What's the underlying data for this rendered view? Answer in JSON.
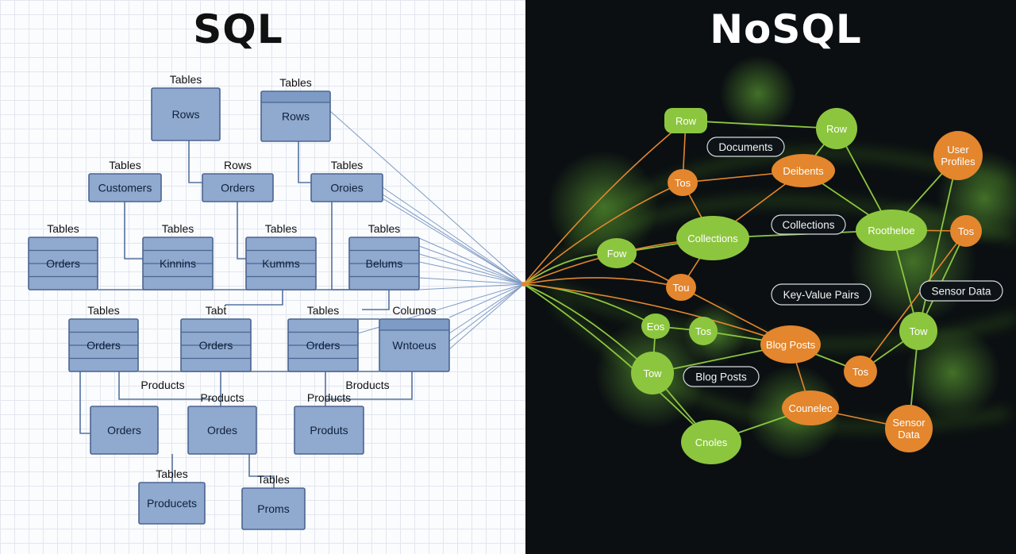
{
  "titles": {
    "sql": "SQL",
    "nosql": "NoSQL"
  },
  "sql_tables": [
    {
      "label": "Rows",
      "caption": "Tables"
    },
    {
      "label": "Rows",
      "caption": "Tables"
    },
    {
      "label": "Customers",
      "caption": "Tables"
    },
    {
      "label": "Orders",
      "caption": "Rows"
    },
    {
      "label": "Oroies",
      "caption": "Tables"
    },
    {
      "label": "Orders",
      "caption": "Tables"
    },
    {
      "label": "Kinnins",
      "caption": "Tables"
    },
    {
      "label": "Kumms",
      "caption": "Tables"
    },
    {
      "label": "Belums",
      "caption": "Tables"
    },
    {
      "label": "Orders",
      "caption": "Tables"
    },
    {
      "label": "Orders",
      "caption": "Tabt́"
    },
    {
      "label": "Orders",
      "caption": "Tables"
    },
    {
      "label": "Wntoeus",
      "caption": "Columos"
    },
    {
      "label": "Orders",
      "caption": ""
    },
    {
      "label": "Ordes",
      "caption": "Products"
    },
    {
      "label": "Produts",
      "caption": "Products"
    },
    {
      "label": "Producets",
      "caption": "Tables"
    },
    {
      "label": "Proms",
      "caption": "Tables"
    }
  ],
  "sql_extra_labels": [
    "Products",
    "Broducts"
  ],
  "nosql_nodes": [
    {
      "label": "Row",
      "color": "#8cc63f"
    },
    {
      "label": "Row",
      "color": "#8cc63f"
    },
    {
      "label": "User Profiles",
      "color": "#e3862d"
    },
    {
      "label": "Tos",
      "color": "#e3862d"
    },
    {
      "label": "Deibents",
      "color": "#e3862d"
    },
    {
      "label": "Collections",
      "color": "#8cc63f"
    },
    {
      "label": "Rootheloe",
      "color": "#8cc63f"
    },
    {
      "label": "Tos",
      "color": "#e3862d"
    },
    {
      "label": "Fow",
      "color": "#8cc63f"
    },
    {
      "label": "Tou",
      "color": "#e3862d"
    },
    {
      "label": "Eos",
      "color": "#8cc63f"
    },
    {
      "label": "Tos",
      "color": "#8cc63f"
    },
    {
      "label": "Tow",
      "color": "#8cc63f"
    },
    {
      "label": "Tow",
      "color": "#8cc63f"
    },
    {
      "label": "Blog Posts",
      "color": "#e3862d"
    },
    {
      "label": "Tos",
      "color": "#e3862d"
    },
    {
      "label": "Counelec",
      "color": "#e3862d"
    },
    {
      "label": "Sensor Data",
      "color": "#e3862d"
    },
    {
      "label": "Cnoles",
      "color": "#8cc63f"
    }
  ],
  "nosql_pills": [
    "Documents",
    "Collections",
    "Key-Value Pairs",
    "Sensor Data",
    "Blog Posts"
  ]
}
